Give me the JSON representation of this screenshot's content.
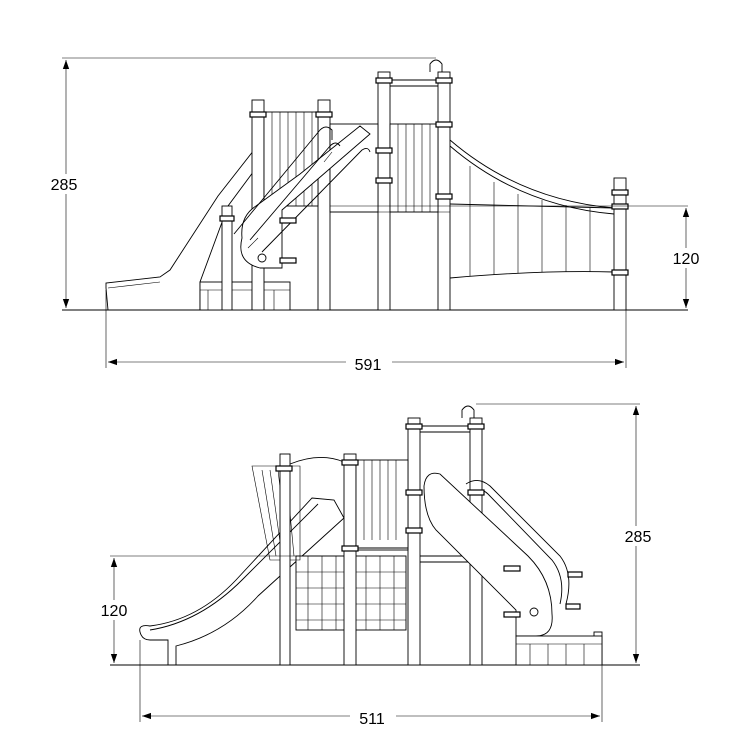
{
  "side_view": {
    "height_label": "285",
    "platform_height_label": "120",
    "width_label": "591"
  },
  "front_view": {
    "height_label": "285",
    "platform_height_label": "120",
    "width_label": "511"
  }
}
